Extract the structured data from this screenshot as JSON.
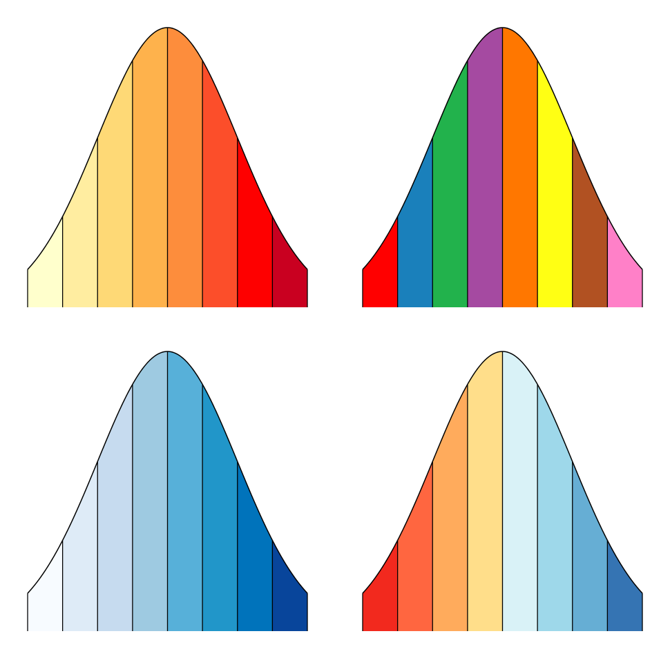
{
  "figure": {
    "description_free": true,
    "bands_per_curve": 8,
    "x_range": [
      -4,
      4
    ],
    "band_edges": [
      -4,
      -3,
      -2,
      -1,
      0,
      1,
      2,
      3,
      4
    ],
    "panels": [
      {
        "palette": [
          "#ffffcc",
          "#ffeda0",
          "#fed976",
          "#feb24c",
          "#fd8d3c",
          "#fc4e2a",
          "#fe0000",
          "#c90020"
        ]
      },
      {
        "palette": [
          "#ff0000",
          "#1a80bb",
          "#22b24c",
          "#a54aa1",
          "#ff7700",
          "#ffff14",
          "#b15122",
          "#ff80c8"
        ]
      },
      {
        "palette": [
          "#f7fbff",
          "#deebf7",
          "#c6dbef",
          "#9ecae1",
          "#57b0d9",
          "#2196c9",
          "#0073bb",
          "#08459b"
        ]
      },
      {
        "palette": [
          "#f2291e",
          "#ff6640",
          "#ffab5c",
          "#ffde8a",
          "#d9f2f7",
          "#9ed8ea",
          "#66aed4",
          "#3574b3"
        ]
      }
    ]
  }
}
